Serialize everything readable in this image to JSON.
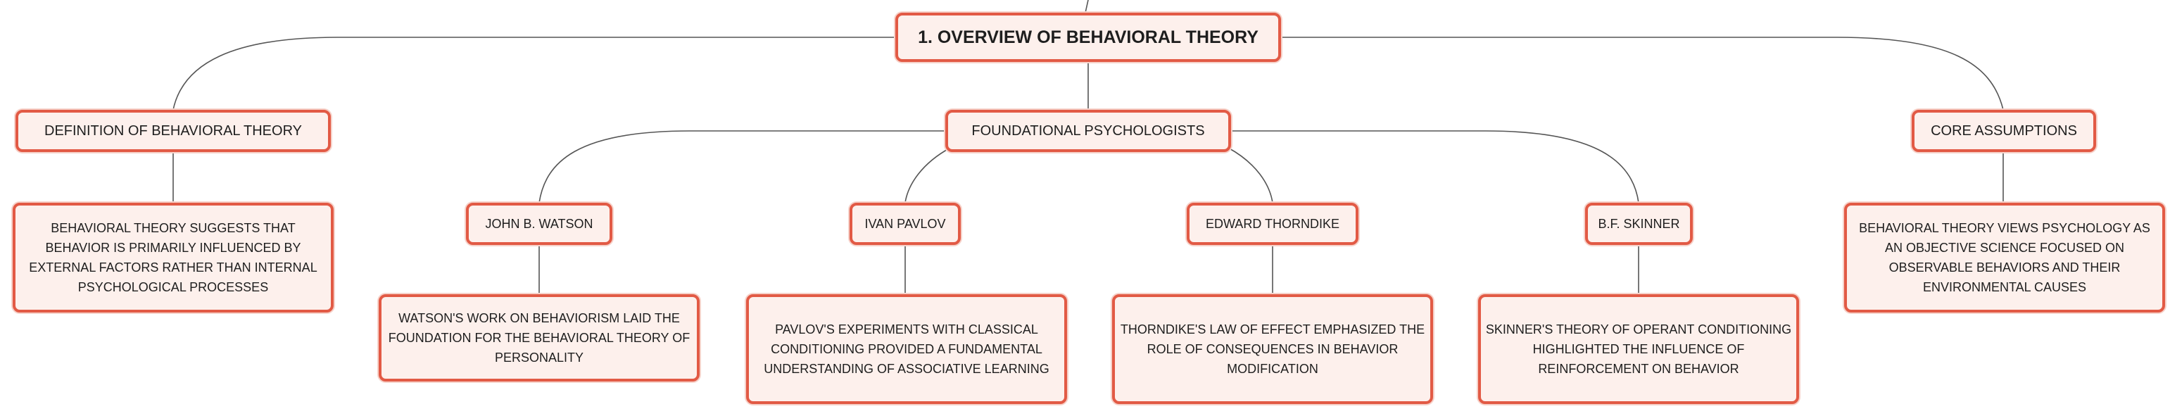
{
  "diagram": {
    "root": "1. OVERVIEW OF BEHAVIORAL THEORY",
    "definition": {
      "title": "DEFINITION OF BEHAVIORAL THEORY",
      "description": "BEHAVIORAL THEORY SUGGESTS THAT BEHAVIOR IS PRIMARILY INFLUENCED BY EXTERNAL FACTORS RATHER THAN INTERNAL PSYCHOLOGICAL PROCESSES"
    },
    "foundational": {
      "title": "FOUNDATIONAL PSYCHOLOGISTS",
      "people": [
        {
          "name": "JOHN B. WATSON",
          "description": "WATSON'S WORK ON BEHAVIORISM LAID THE FOUNDATION FOR THE BEHAVIORAL THEORY OF PERSONALITY"
        },
        {
          "name": "IVAN PAVLOV",
          "description": "PAVLOV'S EXPERIMENTS WITH CLASSICAL CONDITIONING PROVIDED A FUNDAMENTAL UNDERSTANDING OF ASSOCIATIVE LEARNING"
        },
        {
          "name": "EDWARD THORNDIKE",
          "description": "THORNDIKE'S LAW OF EFFECT EMPHASIZED THE ROLE OF CONSEQUENCES IN BEHAVIOR MODIFICATION"
        },
        {
          "name": "B.F. SKINNER",
          "description": "SKINNER'S THEORY OF OPERANT CONDITIONING HIGHLIGHTED THE INFLUENCE OF REINFORCEMENT ON BEHAVIOR"
        }
      ]
    },
    "core": {
      "title": "CORE ASSUMPTIONS",
      "description": "BEHAVIORAL THEORY VIEWS PSYCHOLOGY AS AN OBJECTIVE SCIENCE FOCUSED ON OBSERVABLE BEHAVIORS AND THEIR ENVIRONMENTAL CAUSES"
    }
  },
  "colors": {
    "node_border": "#e25a45",
    "node_fill": "#fdf0ec",
    "connector": "#555555"
  }
}
